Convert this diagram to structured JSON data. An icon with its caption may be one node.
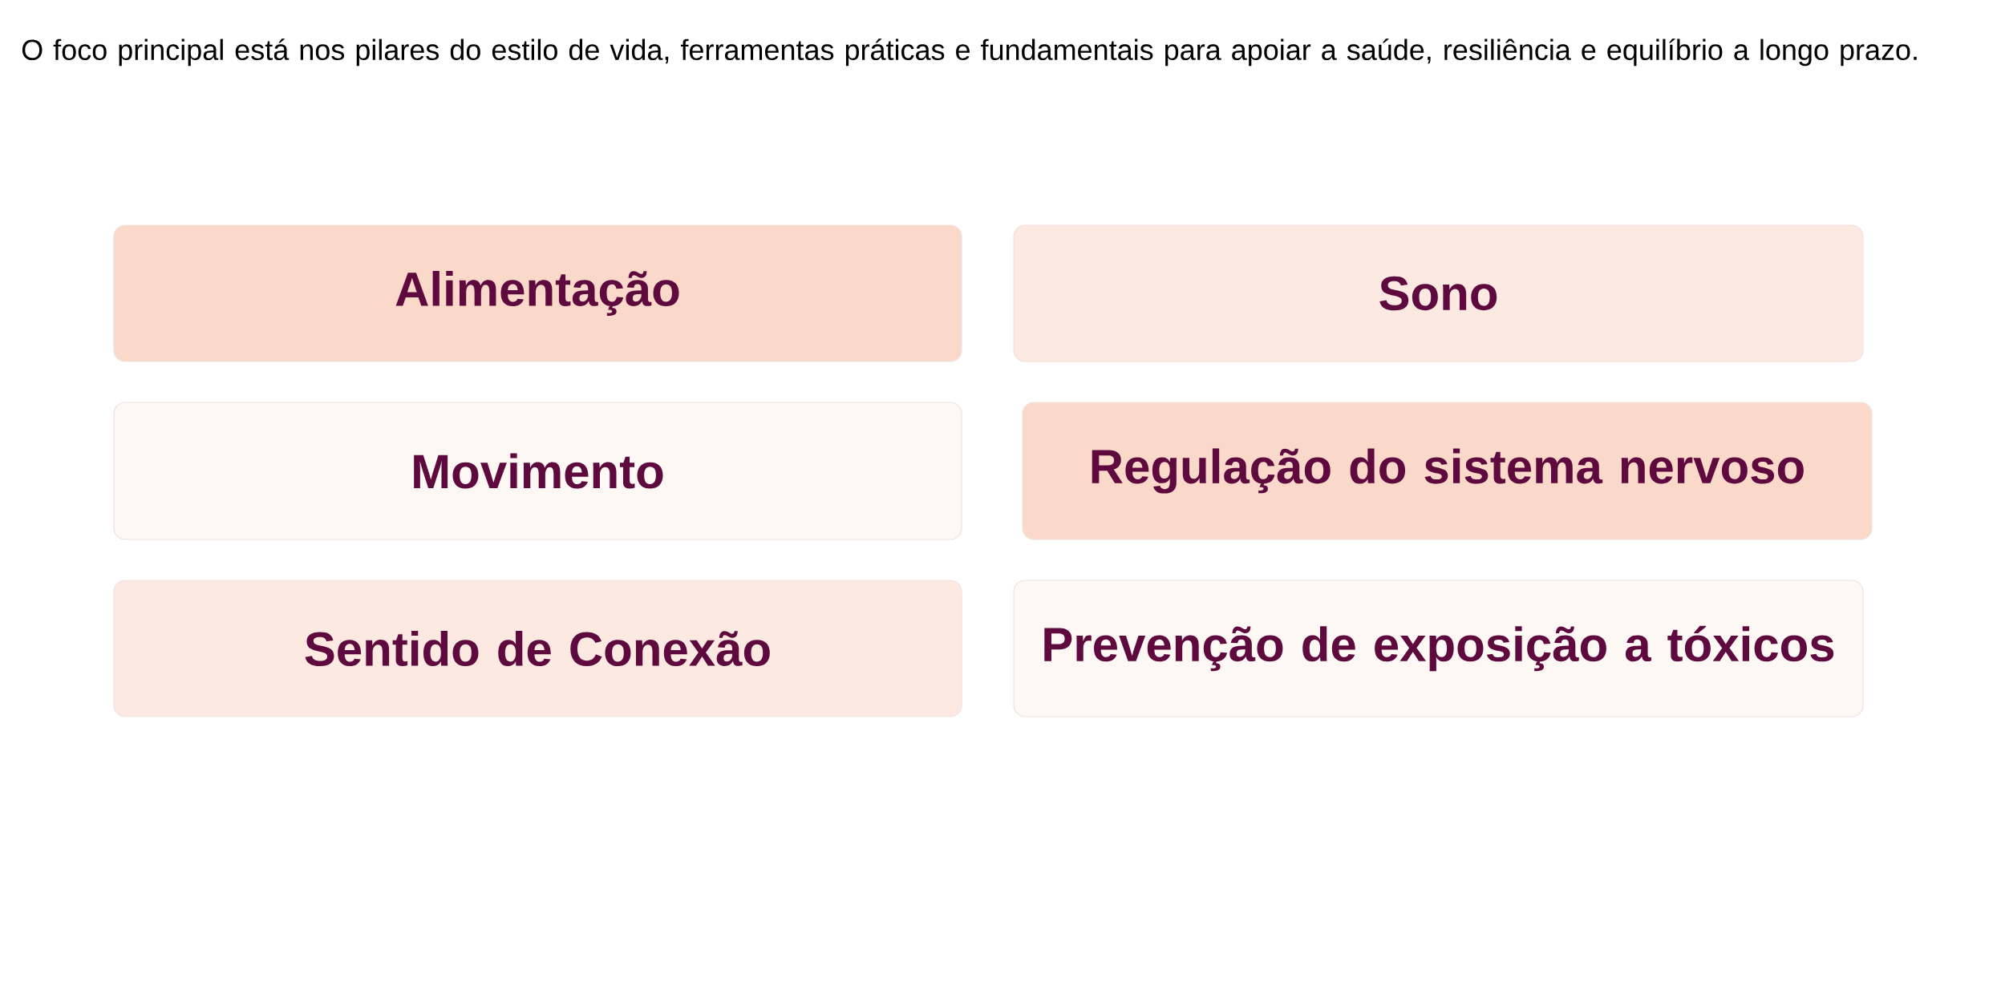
{
  "diagram": {
    "title": "O foco principal está nos pilares do estilo de vida, ferramentas práticas e fundamentais para apoiar a saúde, resiliência e equilíbrio a longo prazo.",
    "nodes": [
      {
        "text": [
          "Alimentação"
        ]
      },
      {
        "text": [
          "Sono"
        ]
      },
      {
        "text": [
          "Movimento"
        ]
      },
      {
        "text": [
          "Regulação do sistema nervoso"
        ]
      },
      {
        "text": [
          "Sentido de Conexão"
        ]
      },
      {
        "text": [
          "Prevenção de exposição a tóxicos"
        ]
      }
    ]
  }
}
